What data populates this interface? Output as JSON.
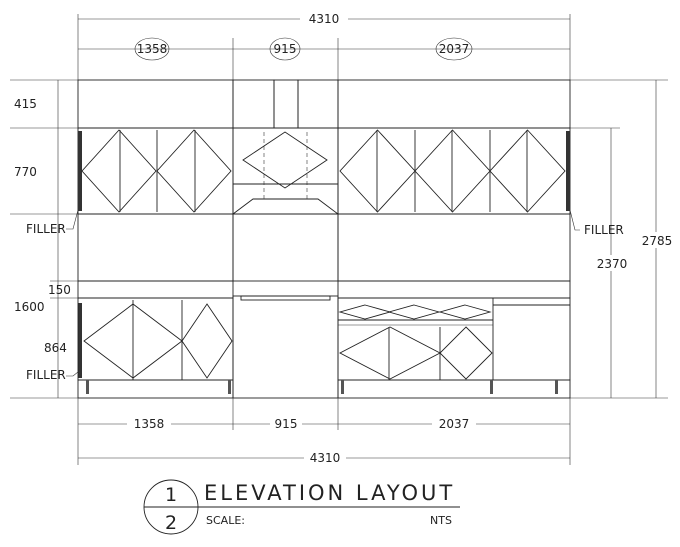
{
  "dimensions": {
    "top_total": "4310",
    "top_left": "1358",
    "top_mid": "915",
    "top_right": "2037",
    "bottom_left": "1358",
    "bottom_mid": "915",
    "bottom_right": "2037",
    "bottom_total": "4310",
    "left_415": "415",
    "left_770": "770",
    "left_1600": "1600",
    "left_150": "150",
    "left_864": "864",
    "right_2370": "2370",
    "right_2785": "2785"
  },
  "labels": {
    "filler_top_left": "FILLER",
    "filler_bottom_left": "FILLER",
    "filler_right": "FILLER"
  },
  "title_block": {
    "number": "1",
    "title": "ELEVATION LAYOUT",
    "sheet": "2",
    "scale_label": "SCALE:",
    "scale_value": "NTS"
  }
}
